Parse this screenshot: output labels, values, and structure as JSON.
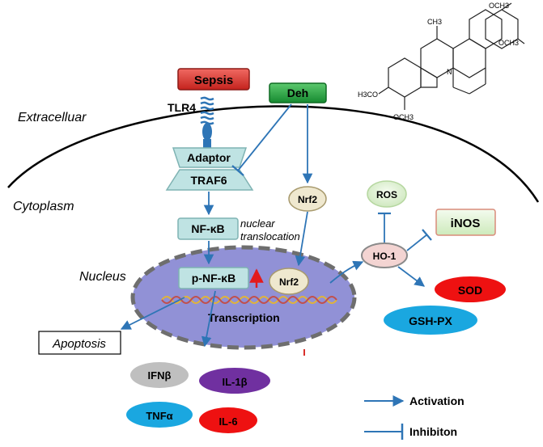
{
  "compartments": {
    "extracellular": "Extracelluar",
    "cytoplasm": "Cytoplasm",
    "nucleus": "Nucleus"
  },
  "stimuli": {
    "sepsis": "Sepsis",
    "deh": "Deh"
  },
  "receptor": {
    "tlr4": "TLR4",
    "adaptor": "Adaptor",
    "traf6": "TRAF6"
  },
  "cytoplasm_nodes": {
    "nfkb": "NF-κB",
    "nuclear_translocation_line1": "nuclear",
    "nuclear_translocation_line2": "translocation",
    "nrf2": "Nrf2"
  },
  "nucleus_nodes": {
    "p_nfkb": "p-NF-κB",
    "nrf2": "Nrf2",
    "transcription": "Transcription"
  },
  "outputs": {
    "apoptosis": "Apoptosis",
    "ifnb": "IFNβ",
    "il1b": "IL-1β",
    "tnfa": "TNFα",
    "il6": "IL-6",
    "ho1": "HO-1",
    "ros": "ROS",
    "inos": "iNOS",
    "sod": "SOD",
    "gshpx": "GSH-PX"
  },
  "structure": {
    "och3_top": "OCH3",
    "och3_right": "OCH3",
    "ch3": "CH3",
    "h3co": "H3CO",
    "och3_bottom": "OCH3",
    "n_atom": "N"
  },
  "legend": {
    "activation": "Activation",
    "inhibition": "Inhibiton"
  },
  "colors": {
    "sepsis": "#d9302c",
    "deh": "#1f9e3a",
    "arrow": "#2e75b6",
    "nucleus": "#9191d6",
    "box": "#bfe3e3",
    "nrf2": "#efe8cf",
    "ho1": "#f3d4d2",
    "sod": "#ee1111",
    "gshpx": "#1aa7e0",
    "ifnb": "#bfbfbf",
    "il1b": "#7030a0",
    "tnfa": "#1aa7e0",
    "il6": "#ee1111"
  }
}
